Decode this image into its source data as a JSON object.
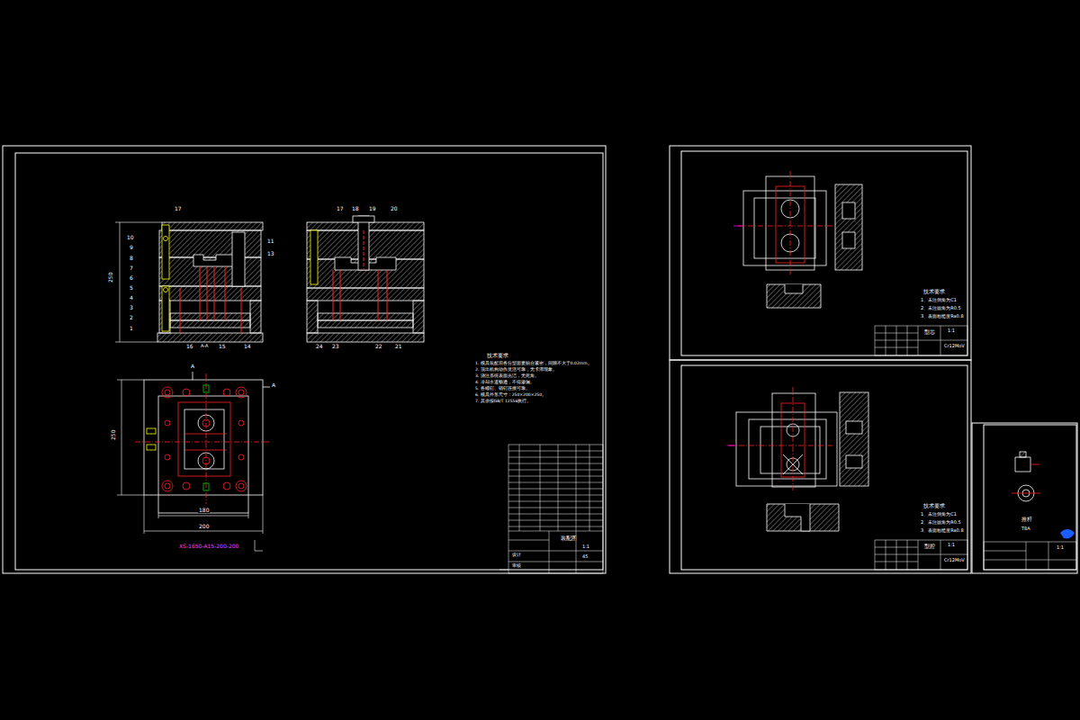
{
  "diagram": {
    "labels": [
      "17",
      "10",
      "9",
      "8",
      "7",
      "6",
      "5",
      "4",
      "3",
      "2",
      "1",
      "11",
      "13",
      "16",
      "15",
      "14",
      "250",
      "17",
      "18",
      "19",
      "20",
      "24",
      "23",
      "22",
      "21",
      "A",
      "A",
      "250",
      "180",
      "200",
      "A-A",
      "XS-1650-A15-200-200",
      "技术要求",
      "1. 模具装配后各分型面要贴合紧密，间隙不大于0.02mm。",
      "2. 顶出机构动作灵活可靠，无卡滞现象。",
      "3. 浇注系统表面光洁，无死角。",
      "4. 冷却水道畅通，不得渗漏。",
      "5. 各螺钉、销钉连接可靠。",
      "6. 模具外形尺寸：250×200×250。",
      "7. 其余按GB/T 12556执行。",
      "装配图",
      "1:1",
      "45",
      "设计",
      "审核",
      "技术要求",
      "1、未注倒角为C1",
      "2、未注圆角为R0.5",
      "3、表面粗糙度Ra0.8",
      "型芯",
      "1:1",
      "Cr12MoV",
      "技术要求",
      "1、未注倒角为C1",
      "2、未注圆角为R0.5",
      "3、表面粗糙度Ra0.8",
      "型腔",
      "1:1",
      "Cr12MoV",
      "推杆",
      "T8A",
      "1:1"
    ]
  }
}
